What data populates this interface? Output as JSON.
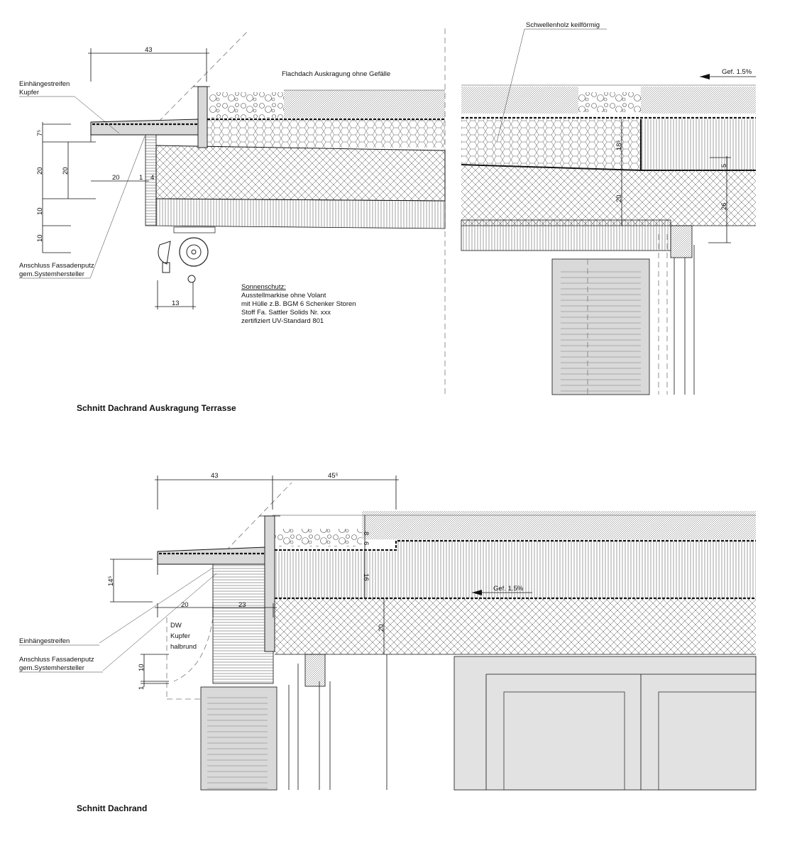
{
  "top_section": {
    "title": "Schnitt Dachrand Auskragung Terrasse",
    "roof_label": "Flachdach Auskragung ohne Gefälle",
    "label_einhaenge": [
      "Einhängestreifen",
      "Kupfer"
    ],
    "label_anschluss": [
      "Anschluss Fassadenputz",
      "gem.Systemhersteller"
    ],
    "label_schwellenholz": "Schwellenholz keilförmig",
    "slope": "Gef.  1.5%",
    "sunshade": [
      "Sonnenschutz:",
      "Ausstellmarkise ohne Volant",
      "mit Hülle z.B. BGM 6 Schenker Storen",
      "Stoff  Fa. Sattler Solids Nr. xxx",
      "zertifiziert UV-Standard 801"
    ],
    "dims": {
      "overhang": "43",
      "fascia": "7⁵",
      "h20a": "20",
      "h20b": "20",
      "h10a": "10",
      "h10b": "10",
      "w20": "20",
      "w1": "1",
      "w4": "4",
      "awning": "13",
      "ins": "18⁵",
      "slab": "20",
      "wedge": "5",
      "total": "26"
    }
  },
  "bottom_section": {
    "title": "Schnitt Dachrand",
    "label_einhaenge": "Einhängestreifen",
    "label_anschluss": [
      "Anschluss Fassadenputz",
      "gem.Systemhersteller"
    ],
    "label_dw": [
      "DW",
      "Kupfer",
      "halbrund"
    ],
    "slope": "Gef.  1.5%",
    "dims": {
      "overhang": "43",
      "parapet": "45⁵",
      "fascia": "14⁵",
      "w20": "20",
      "w23": "23",
      "d8": "8",
      "d6": "6",
      "d16": "16",
      "d20": "20",
      "h10": "10",
      "h1": "1"
    }
  }
}
